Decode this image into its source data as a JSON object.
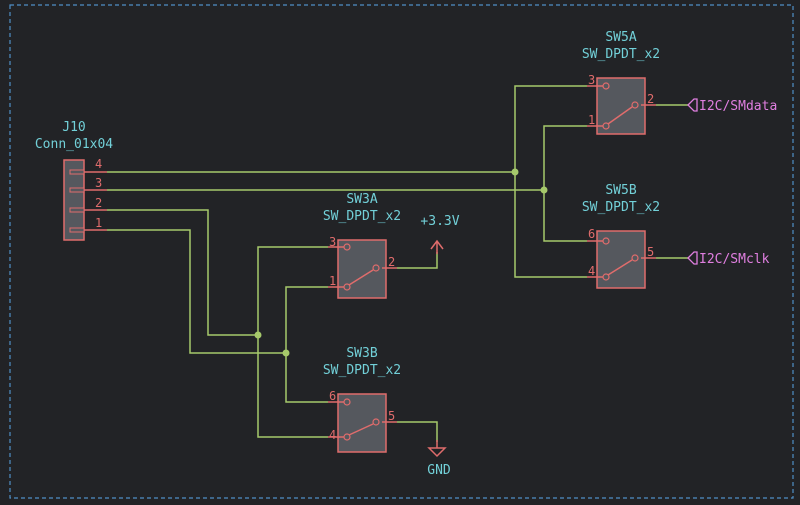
{
  "connector": {
    "ref": "J10",
    "value": "Conn_01x04",
    "pins": [
      "4",
      "3",
      "2",
      "1"
    ]
  },
  "switches": [
    {
      "ref": "SW3A",
      "value": "SW_DPDT_x2",
      "pin_top": "3",
      "pin_bottom": "1",
      "pin_common": "2"
    },
    {
      "ref": "SW3B",
      "value": "SW_DPDT_x2",
      "pin_top": "6",
      "pin_bottom": "4",
      "pin_common": "5"
    },
    {
      "ref": "SW5A",
      "value": "SW_DPDT_x2",
      "pin_top": "3",
      "pin_bottom": "1",
      "pin_common": "2"
    },
    {
      "ref": "SW5B",
      "value": "SW_DPDT_x2",
      "pin_top": "6",
      "pin_bottom": "4",
      "pin_common": "5"
    }
  ],
  "power": {
    "vcc": "+3.3V",
    "gnd": "GND"
  },
  "nets": {
    "sda": "I2C/SMdata",
    "scl": "I2C/SMclk"
  },
  "colors": {
    "background": "#222326",
    "wire": "#a6c96b",
    "component": "#e06c6c",
    "reference": "#72d0d8",
    "net_label": "#e07fe0",
    "frame": "#4f8fc6"
  }
}
